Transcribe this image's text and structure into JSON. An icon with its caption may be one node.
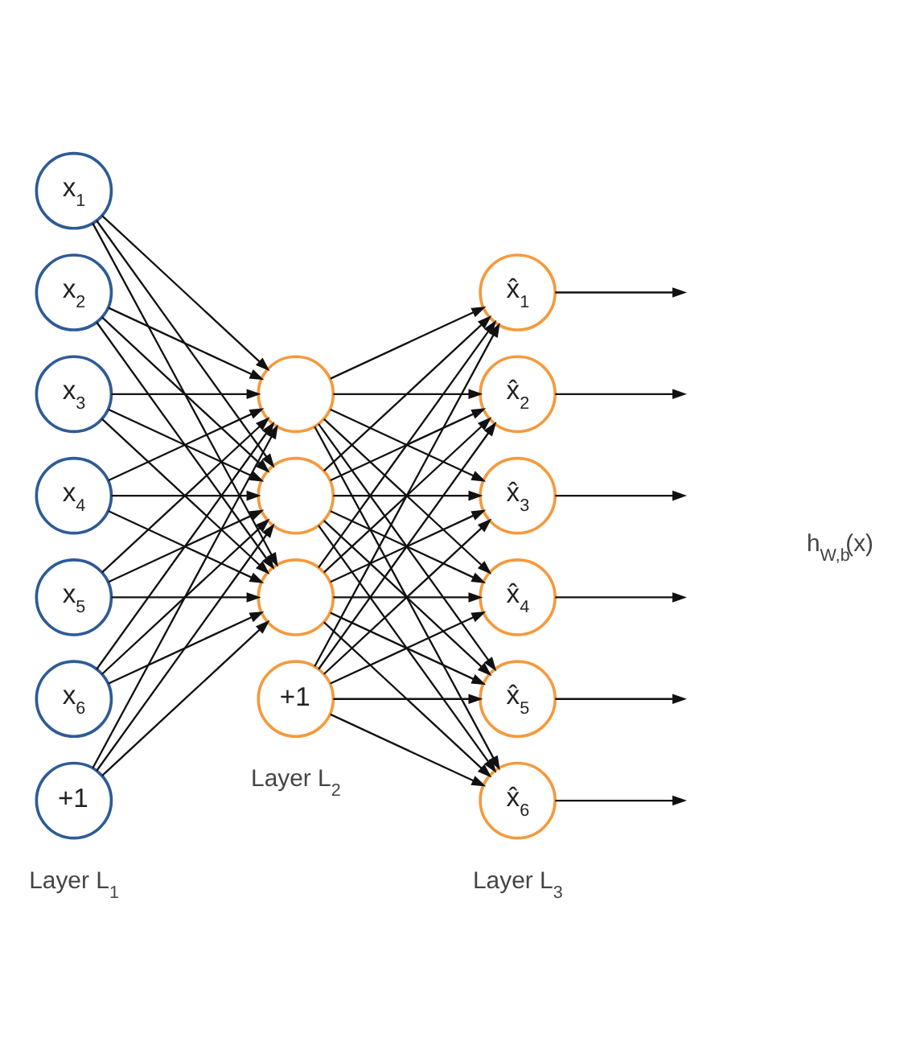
{
  "diagram": {
    "nodes": [
      {
        "text": [
          "x$_{1}$"
        ]
      },
      {
        "text": [
          "x$_{2}$"
        ]
      },
      {
        "text": [
          "x$_{3}$"
        ]
      },
      {
        "text": [
          "x$_{4}$"
        ]
      },
      {
        "text": [
          "x$_{5}$"
        ]
      },
      {
        "text": [
          "x$_{6}$"
        ]
      },
      {
        "text": [
          "+1"
        ]
      },
      {
        "text": [],
        "shape": "circle"
      },
      {
        "text": [],
        "shape": "circle"
      },
      {
        "text": [],
        "shape": "circle"
      },
      {
        "text": [
          "+1"
        ]
      },
      {
        "text": [
          "x̂$_{1}$"
        ]
      },
      {
        "text": [
          "x̂$_{2}$"
        ]
      },
      {
        "text": [
          "x̂$_{3}$"
        ]
      },
      {
        "text": [
          "x̂$_{4}$"
        ]
      },
      {
        "text": [
          "x̂$_{5}$"
        ]
      },
      {
        "text": [
          "x̂$_{6}$"
        ]
      }
    ],
    "edges": [
      {
        "from": 0,
        "to": 7,
        "arrow": "to"
      },
      {
        "from": 0,
        "to": 8,
        "arrow": "to"
      },
      {
        "from": 0,
        "to": 9,
        "arrow": "to"
      },
      {
        "from": 1,
        "to": 7,
        "arrow": "to"
      },
      {
        "from": 1,
        "to": 8,
        "arrow": "to"
      },
      {
        "from": 1,
        "to": 9,
        "arrow": "to"
      },
      {
        "from": 2,
        "to": 7,
        "arrow": "to"
      },
      {
        "from": 2,
        "to": 8,
        "arrow": "to"
      },
      {
        "from": 2,
        "to": 9,
        "arrow": "to"
      },
      {
        "from": 3,
        "to": 7,
        "arrow": "to"
      },
      {
        "from": 3,
        "to": 8,
        "arrow": "to"
      },
      {
        "from": 3,
        "to": 9,
        "arrow": "to"
      },
      {
        "from": 4,
        "to": 7,
        "arrow": "to"
      },
      {
        "from": 4,
        "to": 8,
        "arrow": "to"
      },
      {
        "from": 4,
        "to": 9,
        "arrow": "to"
      },
      {
        "from": 5,
        "to": 7,
        "arrow": "to"
      },
      {
        "from": 5,
        "to": 8,
        "arrow": "to"
      },
      {
        "from": 5,
        "to": 9,
        "arrow": "to"
      },
      {
        "from": 6,
        "to": 7,
        "arrow": "to"
      },
      {
        "from": 6,
        "to": 8,
        "arrow": "to"
      },
      {
        "from": 6,
        "to": 9,
        "arrow": "to"
      },
      {
        "from": 7,
        "to": 11,
        "arrow": "to"
      },
      {
        "from": 7,
        "to": 12,
        "arrow": "to"
      },
      {
        "from": 7,
        "to": 13,
        "arrow": "to"
      },
      {
        "from": 7,
        "to": 14,
        "arrow": "to"
      },
      {
        "from": 7,
        "to": 15,
        "arrow": "to"
      },
      {
        "from": 7,
        "to": 16,
        "arrow": "to"
      },
      {
        "from": 8,
        "to": 11,
        "arrow": "to"
      },
      {
        "from": 8,
        "to": 12,
        "arrow": "to"
      },
      {
        "from": 8,
        "to": 13,
        "arrow": "to"
      },
      {
        "from": 8,
        "to": 14,
        "arrow": "to"
      },
      {
        "from": 8,
        "to": 15,
        "arrow": "to"
      },
      {
        "from": 8,
        "to": 16,
        "arrow": "to"
      },
      {
        "from": 9,
        "to": 11,
        "arrow": "to"
      },
      {
        "from": 9,
        "to": 12,
        "arrow": "to"
      },
      {
        "from": 9,
        "to": 13,
        "arrow": "to"
      },
      {
        "from": 9,
        "to": 14,
        "arrow": "to"
      },
      {
        "from": 9,
        "to": 15,
        "arrow": "to"
      },
      {
        "from": 9,
        "to": 16,
        "arrow": "to"
      },
      {
        "from": 10,
        "to": 11,
        "arrow": "to"
      },
      {
        "from": 10,
        "to": 12,
        "arrow": "to"
      },
      {
        "from": 10,
        "to": 13,
        "arrow": "to"
      },
      {
        "from": 10,
        "to": 14,
        "arrow": "to"
      },
      {
        "from": 10,
        "to": 15,
        "arrow": "to"
      },
      {
        "from": 10,
        "to": 16,
        "arrow": "to"
      },
      {
        "from": 11,
        "to": null,
        "arrow": "to"
      },
      {
        "from": 12,
        "to": null,
        "arrow": "to"
      },
      {
        "from": 13,
        "to": null,
        "arrow": "to"
      },
      {
        "from": 14,
        "to": null,
        "arrow": "to"
      },
      {
        "from": 15,
        "to": null,
        "arrow": "to"
      },
      {
        "from": 16,
        "to": null,
        "arrow": "to"
      }
    ],
    "labels": [
      "h$_{W,b}$(x)",
      "Layer L$_{2}$",
      "Layer L$_{3}$",
      "Layer L$_{1}$"
    ]
  }
}
